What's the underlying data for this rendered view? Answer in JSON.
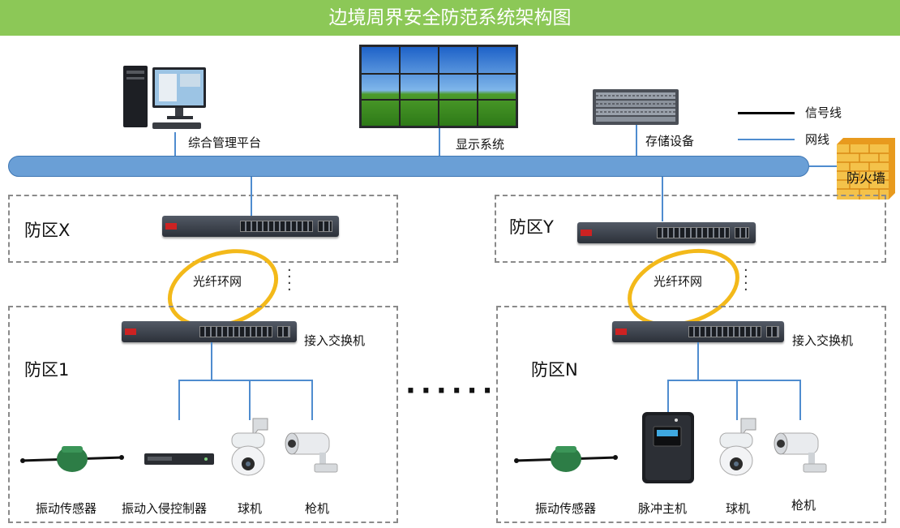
{
  "title": "边境周界安全防范系统架构图",
  "top_devices": {
    "management": "综合管理平台",
    "display": "显示系统",
    "storage": "存储设备",
    "firewall": "防火墙"
  },
  "legend": {
    "signal_line": "信号线",
    "network_line": "网线",
    "signal_color": "#000000",
    "network_color": "#4f8ccf"
  },
  "zones": {
    "zone_x": "防区X",
    "zone_y": "防区Y",
    "zone_1": "防区1",
    "zone_n": "防区N"
  },
  "ring_label": "光纤环网",
  "access_switch": "接入交换机",
  "zone1_devices": [
    "振动传感器",
    "振动入侵控制器",
    "球机",
    "枪机"
  ],
  "zoneN_devices": [
    "振动传感器",
    "脉冲主机",
    "球机",
    "枪机"
  ],
  "colors": {
    "banner": "#8cc857",
    "bus": "#6a9fd6",
    "ring": "#f3b91a",
    "dash": "#8a8a8a"
  }
}
